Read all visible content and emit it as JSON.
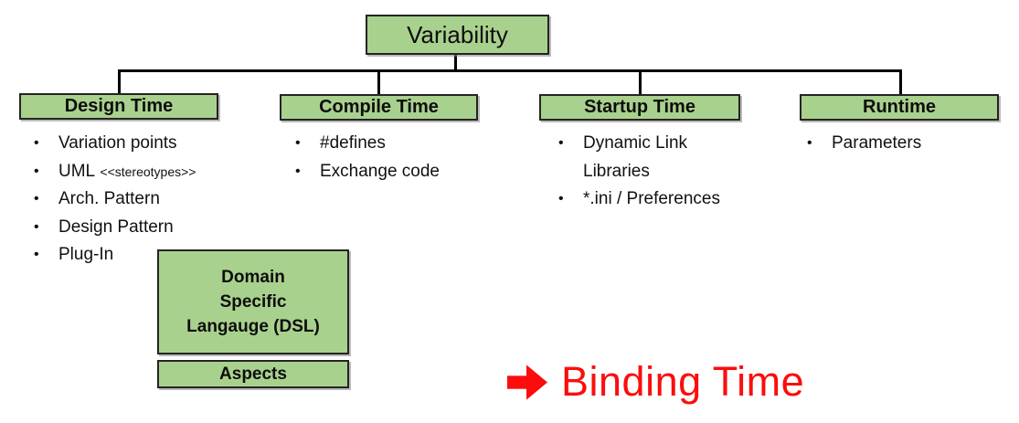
{
  "glyphs": {
    "bullet": "•"
  },
  "colors": {
    "box_fill": "#a9d18e",
    "box_border": "#242424",
    "connector_line": "#000000",
    "binding_red": "#fb0d0d"
  },
  "root_box": {
    "label": "Variability"
  },
  "columns": [
    {
      "header": "Design Time",
      "items": [
        {
          "text": "Variation points"
        },
        {
          "text": "UML",
          "small": "<<stereotypes>>"
        },
        {
          "text": "Arch. Pattern"
        },
        {
          "text": "Design Pattern"
        },
        {
          "text": "Plug-In"
        }
      ]
    },
    {
      "header": "Compile Time",
      "items": [
        {
          "text": "#defines"
        },
        {
          "text": "Exchange code"
        }
      ]
    },
    {
      "header": "Startup Time",
      "items": [
        {
          "text": "Dynamic Link Libraries"
        },
        {
          "text": "*.ini / Preferences"
        }
      ]
    },
    {
      "header": "Runtime",
      "items": [
        {
          "text": "Parameters"
        }
      ]
    }
  ],
  "dsl_box": {
    "lines": [
      "Domain",
      "Specific",
      "Langauge (DSL)"
    ]
  },
  "aspects_box": {
    "label": "Aspects"
  },
  "binding_time": {
    "label": "Binding Time",
    "arrow_icon": "right-arrow"
  }
}
